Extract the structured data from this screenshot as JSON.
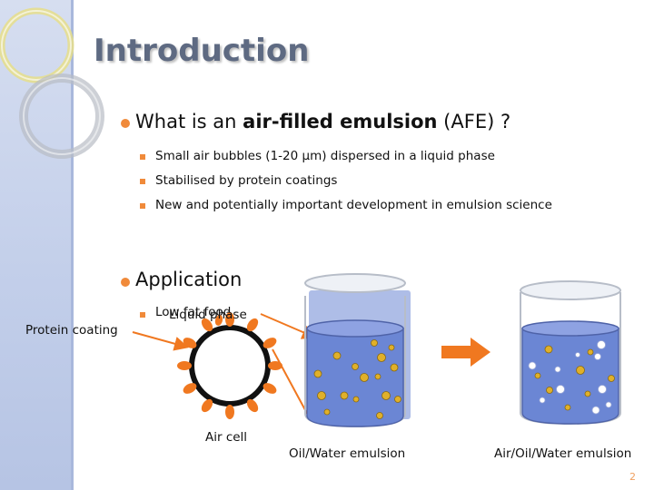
{
  "slide": {
    "title": "Introduction",
    "bullets": [
      {
        "text_before": "What is an ",
        "text_bold": "air-filled emulsion",
        "text_after": " (AFE) ?",
        "sub": [
          "Small air bubbles (1-20 µm) dispersed in a liquid phase",
          "Stabilised by protein coatings",
          "New and potentially important development in emulsion science"
        ]
      },
      {
        "text": "Application",
        "sub": [
          "Low fat food"
        ]
      }
    ],
    "page_number": "2"
  },
  "diagram": {
    "labels": {
      "protein_coating": "Protein coating",
      "liquid_phase": "Liquid phase",
      "air_cell": "Air cell",
      "oil_water": "Oil/Water emulsion",
      "air_oil_water": "Air/Oil/Water emulsion"
    },
    "colors": {
      "liquid": "#6b86d4",
      "protein": "#f07820",
      "oil_droplet": "#e0b02a",
      "air_bubble": "#ffffff",
      "arrow": "#f07820"
    }
  }
}
